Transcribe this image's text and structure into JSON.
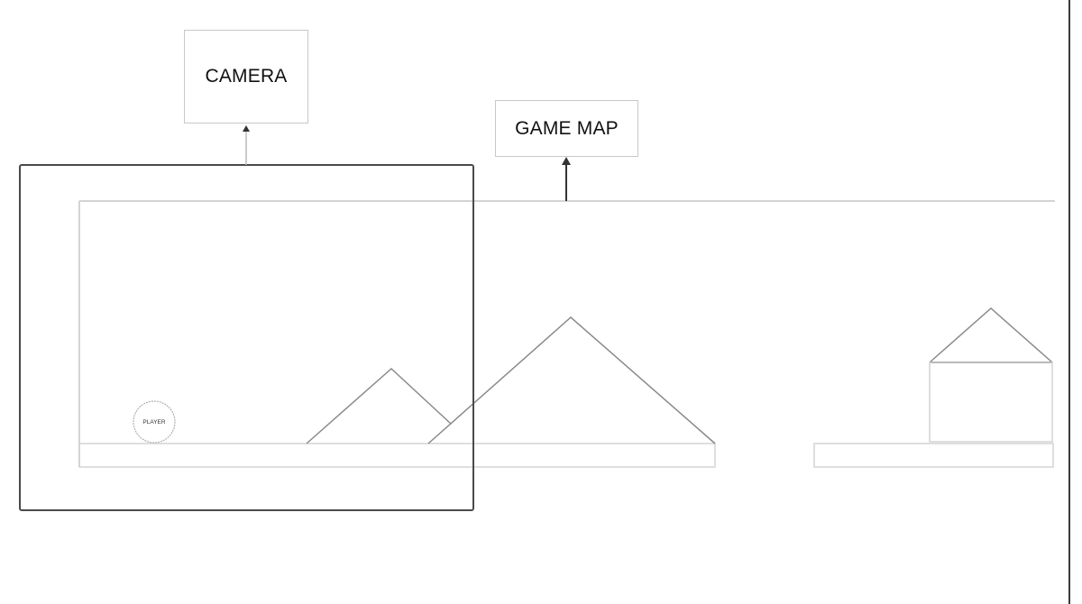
{
  "labels": {
    "camera": "CAMERA",
    "game_map": "GAME MAP",
    "player": "PLAYER"
  },
  "colors": {
    "camera_frame": "#4a4a4a",
    "map_lines": "#d4d4d4",
    "shape_lines": "#7a7a7a",
    "arrow": "#333333",
    "background": "#ffffff"
  }
}
